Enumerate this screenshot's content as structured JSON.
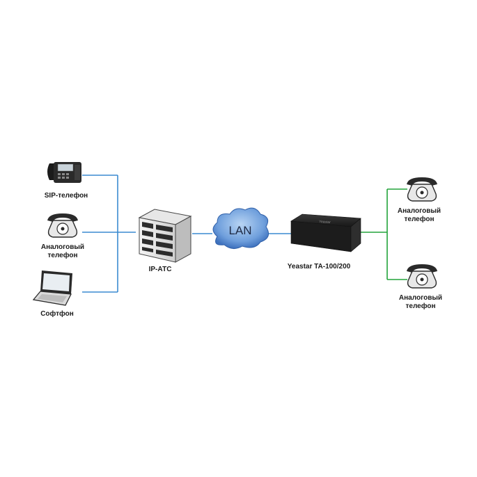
{
  "labels": {
    "sip_phone": "SIP-телефон",
    "analog_left_line1": "Аналоговый",
    "analog_left_line2": "телефон",
    "softphone": "Софтфон",
    "ip_pbx": "IP-АТС",
    "lan": "LAN",
    "gateway": "Yeastar TA-100/200",
    "analog_right1_line1": "Аналоговый",
    "analog_right1_line2": "телефон",
    "analog_right2_line1": "Аналоговый",
    "analog_right2_line2": "телефон"
  },
  "colors": {
    "lan_link": "#3a8ad0",
    "analog_link": "#22a33a",
    "device_dark": "#1c1c1c",
    "cloud_fill": "#5b8fd1"
  },
  "icons": [
    "sip-phone-icon",
    "analog-phone-icon",
    "laptop-icon",
    "server-icon",
    "cloud-icon",
    "gateway-icon"
  ]
}
